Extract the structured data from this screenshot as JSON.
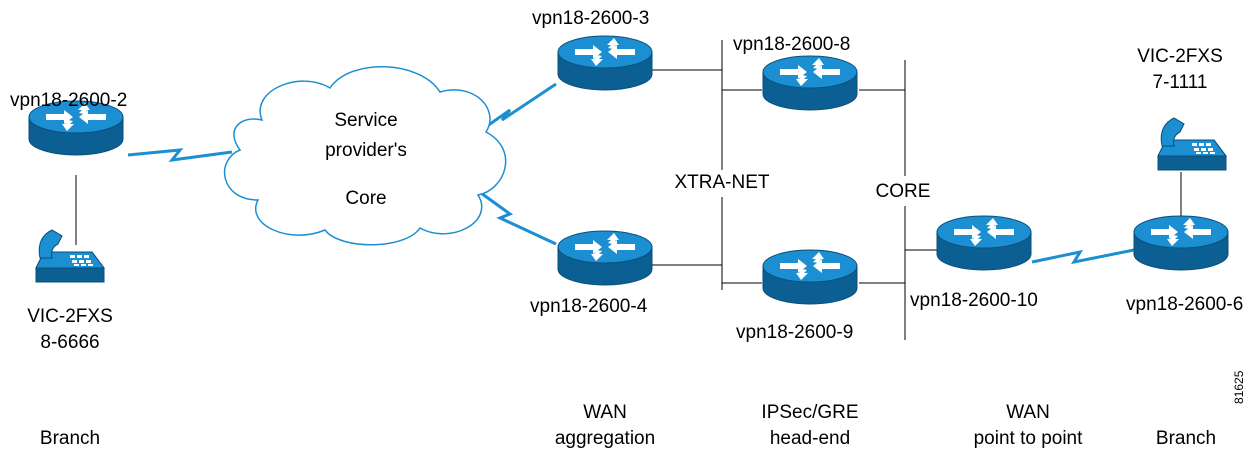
{
  "routers": {
    "r2": "vpn18-2600-2",
    "r3": "vpn18-2600-3",
    "r4": "vpn18-2600-4",
    "r8": "vpn18-2600-8",
    "r9": "vpn18-2600-9",
    "r10": "vpn18-2600-10",
    "r6": "vpn18-2600-6"
  },
  "cloud": {
    "line1": "Service",
    "line2": "provider's",
    "line3": "Core"
  },
  "segments": {
    "xtranet": "XTRA-NET",
    "core": "CORE"
  },
  "phones": {
    "left": {
      "line1": "VIC-2FXS",
      "line2": "8-6666"
    },
    "right": {
      "line1": "VIC-2FXS",
      "line2": "7-1111"
    }
  },
  "roles": {
    "branch_left": "Branch",
    "wan_agg_1": "WAN",
    "wan_agg_2": "aggregation",
    "ipsec_1": "IPSec/GRE",
    "ipsec_2": "head-end",
    "wan_p2p_1": "WAN",
    "wan_p2p_2": "point to point",
    "branch_right": "Branch"
  },
  "figure_id": "81625",
  "colors": {
    "device_blue": "#1b8fd1",
    "device_dark": "#0b5f93",
    "link": "#1b8fd1",
    "line": "#000000"
  }
}
